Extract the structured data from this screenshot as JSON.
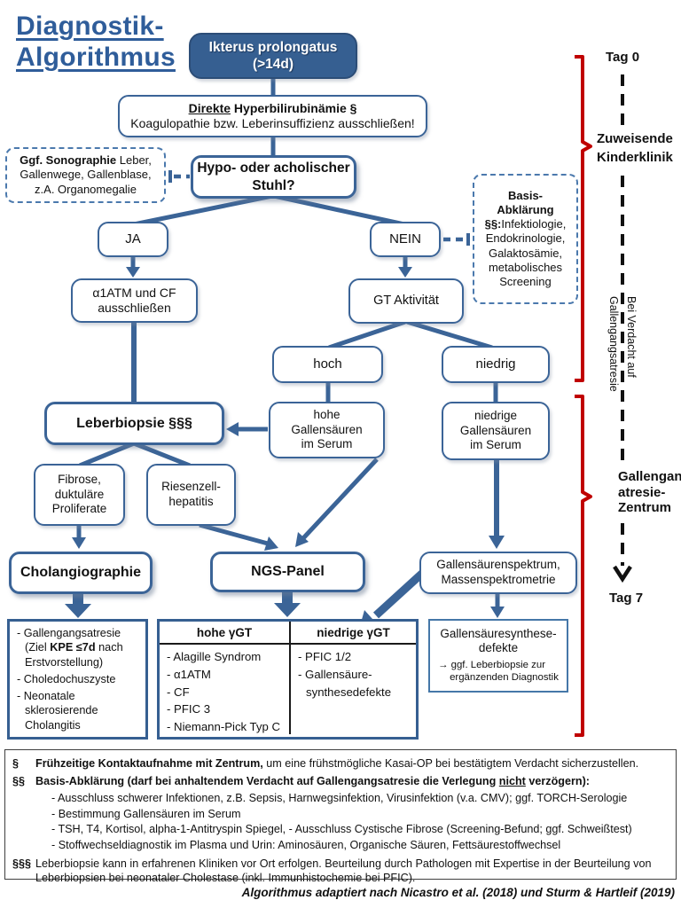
{
  "title": {
    "text": "Diagnostik-\nAlgorithmus"
  },
  "colors": {
    "flow_blue": "#3B6497",
    "filled_box_blue": "#365F91",
    "title_blue": "#2F5D9A",
    "dashed_blue": "#4B79AD",
    "bracket_red": "#C00000",
    "timeline_black": "#111111"
  },
  "flow": {
    "ikterus": {
      "label": "Ikterus prolongatus\n(>14d)"
    },
    "direkte": {
      "bold_underlined": "Direkte",
      "bold_rest": " Hyperbilirubinämie §",
      "line2": "Koagulopathie bzw. Leberinsuffizienz ausschließen!"
    },
    "sonographie": {
      "bold": "Ggf. Sonographie",
      "rest": " Leber,\nGallenwege, Gallenblase,\nz.A. Organomegalie"
    },
    "stuhl": {
      "label": "Hypo- oder acholischer\nStuhl?"
    },
    "basis": {
      "bold": "Basis-\nAbklärung §§:",
      "rest": "Infektiologie,\nEndokrinologie,\nGalaktosämie,\nmetabolisches\nScreening"
    },
    "ja": {
      "label": "JA"
    },
    "nein": {
      "label": "NEIN"
    },
    "a1atm": {
      "label": "α1ATM und CF\nausschließen"
    },
    "gt_aktivitaet": {
      "label": "GT Aktivität"
    },
    "hoch": {
      "label": "hoch"
    },
    "niedrig": {
      "label": "niedrig"
    },
    "hohe_gallensaeuren": {
      "label": "hohe\nGallensäuren\nim Serum"
    },
    "niedrige_gallensaeuren": {
      "label": "niedrige\nGallensäuren\nim Serum"
    },
    "leberbiopsie": {
      "label": "Leberbiopsie §§§"
    },
    "fibrose": {
      "label": "Fibrose,\nduktuläre\nProliferate"
    },
    "riesenzellhepatitis": {
      "label": "Riesenzell-\nhepatitis"
    },
    "cholangiographie": {
      "label": "Cholangiographie"
    },
    "ngs_panel": {
      "label": "NGS-Panel"
    },
    "spektrum": {
      "label": "Gallensäurenspektrum,\nMassenspektrometrie"
    },
    "synthese": {
      "title": "Gallensäuresynthese-\ndefekte",
      "note": "→ ggf. Leberbiopsie zur\nergänzenden Diagnostik"
    }
  },
  "outcomes": {
    "item1_pre": "- Gallengangsatresie\n(Ziel ",
    "item1_bold": "KPE ≤7d",
    "item1_post": " nach\nErstvorstellung)",
    "item2": "- Choledochuszyste",
    "item3": "- Neonatale\nsklerosierende\nCholangitis"
  },
  "table": {
    "headers": [
      "hohe γGT",
      "niedrige γGT"
    ],
    "col1": [
      "- Alagille Syndrom",
      "- α1ATM",
      "- CF",
      "- PFIC 3",
      "- Niemann-Pick Typ C"
    ],
    "col2": [
      "- PFIC 1/2",
      "- Gallensäure-\nsynthesedefekte"
    ]
  },
  "timeline": {
    "tag0": "Tag 0",
    "referring_clinic": "Zuweisende\nKinderklinik",
    "verdacht": "Bei Verdacht auf\nGallengangsatresie",
    "zentrum": "Gallengangs-\natresie-\nZentrum",
    "tag7": "Tag 7"
  },
  "footnotes": {
    "f1_marker": "§",
    "f1_bold": "Frühzeitige Kontaktaufnahme mit Zentrum,",
    "f1_rest": " um eine frühstmögliche Kasai-OP bei bestätigtem Verdacht sicherzustellen.",
    "f2_marker": "§§",
    "f2_bold_pre": "Basis-Abklärung (darf bei anhaltendem Verdacht auf Gallengangsatresie die Verlegung ",
    "f2_bold_underlined": "nicht",
    "f2_bold_post": " verzögern):",
    "f2_items": [
      "- Ausschluss schwerer Infektionen, z.B. Sepsis, Harnwegsinfektion, Virusinfektion (v.a. CMV); ggf. TORCH-Serologie",
      "- Bestimmung Gallensäuren im Serum",
      "- TSH, T4, Kortisol, alpha-1-Antitryspin Spiegel, - Ausschluss Cystische Fibrose (Screening-Befund; ggf. Schweißtest)",
      "- Stoffwechseldiagnostik im Plasma und Urin: Aminosäuren, Organische Säuren, Fettsäurestoffwechsel"
    ],
    "f3_marker": "§§§",
    "f3_text": "Leberbiopsie kann in erfahrenen Kliniken vor Ort erfolgen. Beurteilung durch Pathologen mit Expertise in der Beurteilung von Leberbiopsien bei neonataler Cholestase (inkl. Immunhistochemie bei PFIC)."
  },
  "credit": "Algorithmus adaptiert nach Nicastro et al. (2018) und Sturm & Hartleif (2019)"
}
